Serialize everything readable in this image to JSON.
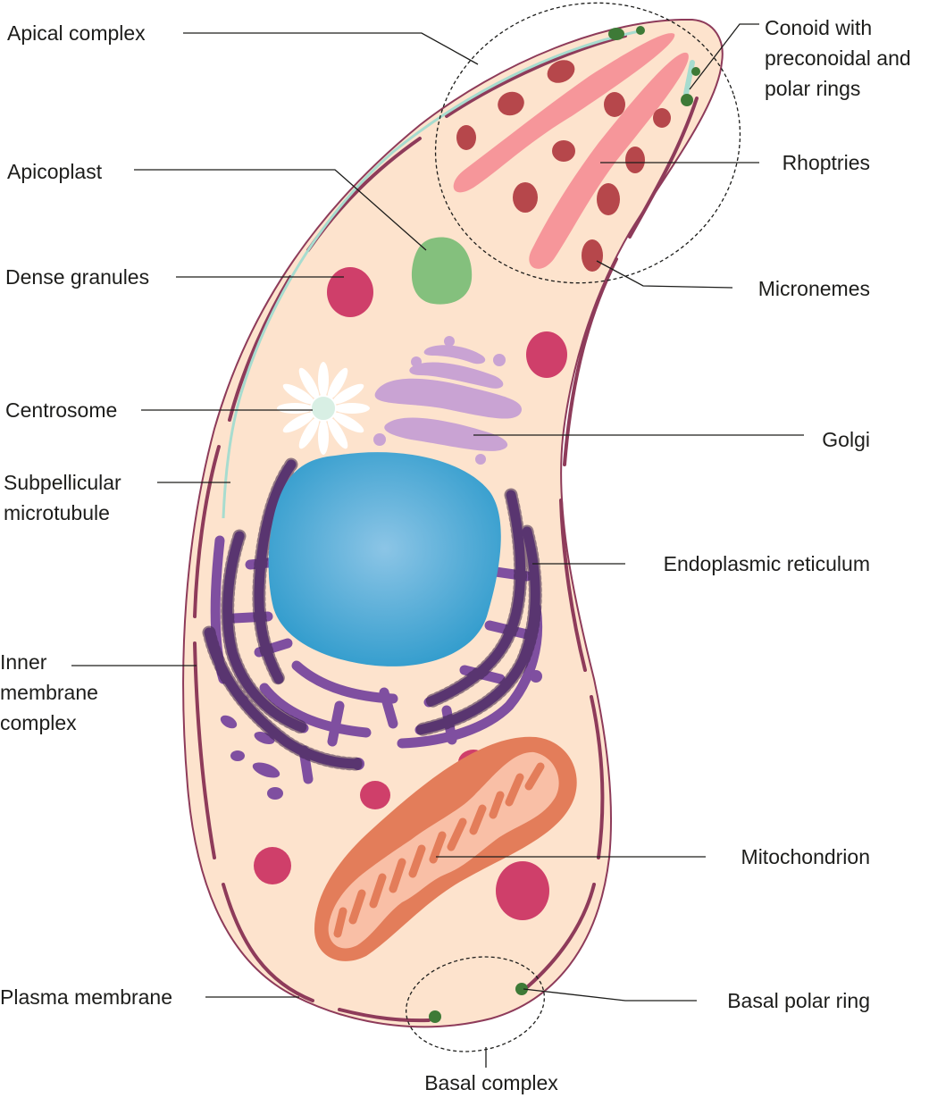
{
  "labels": {
    "apical_complex": "Apical complex",
    "apicoplast": "Apicoplast",
    "dense_granules": "Dense granules",
    "centrosome": "Centrosome",
    "subpellicular": [
      "Subpellicular",
      "microtubule"
    ],
    "inner_membrane": [
      "Inner",
      "membrane",
      "complex"
    ],
    "plasma_membrane": "Plasma membrane",
    "conoid": [
      "Conoid with",
      "preconoidal and",
      "polar rings"
    ],
    "rhoptries": "Rhoptries",
    "micronemes": "Micronemes",
    "golgi": "Golgi",
    "er": "Endoplasmic reticulum",
    "mitochondrion": "Mitochondrion",
    "basal_polar_ring": "Basal polar ring",
    "basal_complex": "Basal complex"
  },
  "colors": {
    "cytoplasm": "#fde3cd",
    "membrane": "#8e3b5a",
    "microtubule": "#a7dccf",
    "nucleus": "#3fa0cf",
    "er": "#7f4fa0",
    "golgi": "#c9a3d3",
    "rhoptry": "#f6969a",
    "microneme": "#b6474b",
    "dense_granule": "#cf3f6a",
    "apicoplast": "#84c07d",
    "mitochondrion_outer": "#e37d5a",
    "mitochondrion_inner": "#f9bfa6",
    "ring": "#3e7a37"
  }
}
